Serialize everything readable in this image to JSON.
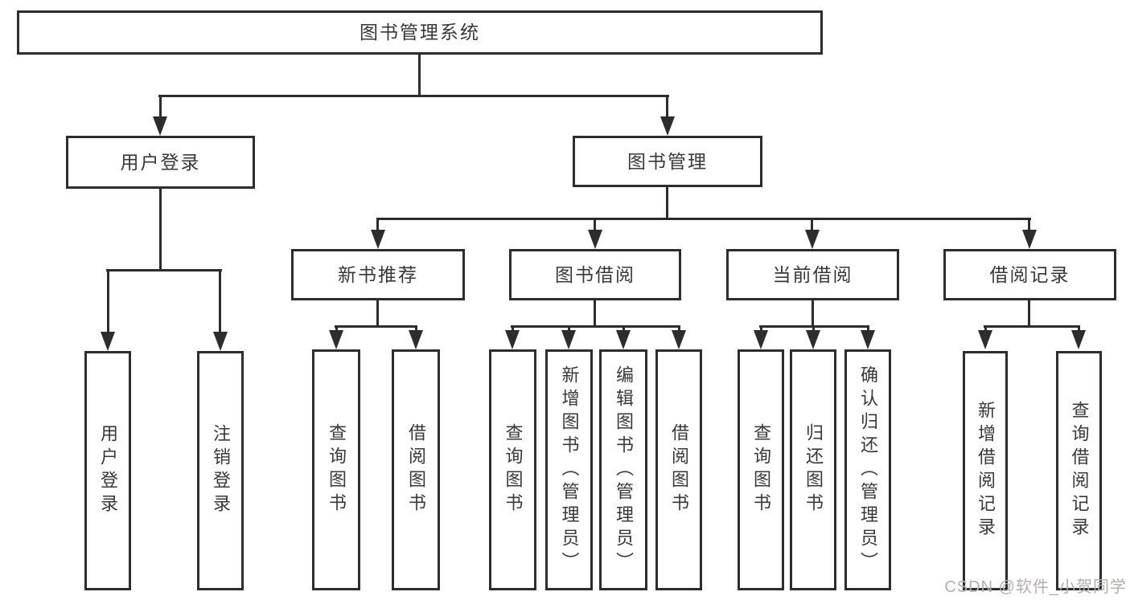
{
  "colors": {
    "line": "#2d2d2d",
    "text": "#383838",
    "watermark": "#b5aeae",
    "bg": "#ffffff"
  },
  "page": {
    "watermark": {
      "text": "CSDN @软件_小贺同学"
    }
  },
  "tree": {
    "root": {
      "label": "图书管理系统"
    },
    "children": [
      {
        "label": "用户登录",
        "children": [
          {
            "label": "用户登录"
          },
          {
            "label": "注销登录"
          }
        ]
      },
      {
        "label": "图书管理",
        "children": [
          {
            "label": "新书推荐",
            "children": [
              {
                "label": "查询图书"
              },
              {
                "label": "借阅图书"
              }
            ]
          },
          {
            "label": "图书借阅",
            "children": [
              {
                "label": "查询图书"
              },
              {
                "label": "新增图书（管理员）"
              },
              {
                "label": "编辑图书（管理员）"
              },
              {
                "label": "借阅图书"
              }
            ]
          },
          {
            "label": "当前借阅",
            "children": [
              {
                "label": "查询图书"
              },
              {
                "label": "归还图书"
              },
              {
                "label": "确认归还（管理员）"
              }
            ]
          },
          {
            "label": "借阅记录",
            "children": [
              {
                "label": "新增借阅记录"
              },
              {
                "label": "查询借阅记录"
              }
            ]
          }
        ]
      }
    ]
  }
}
